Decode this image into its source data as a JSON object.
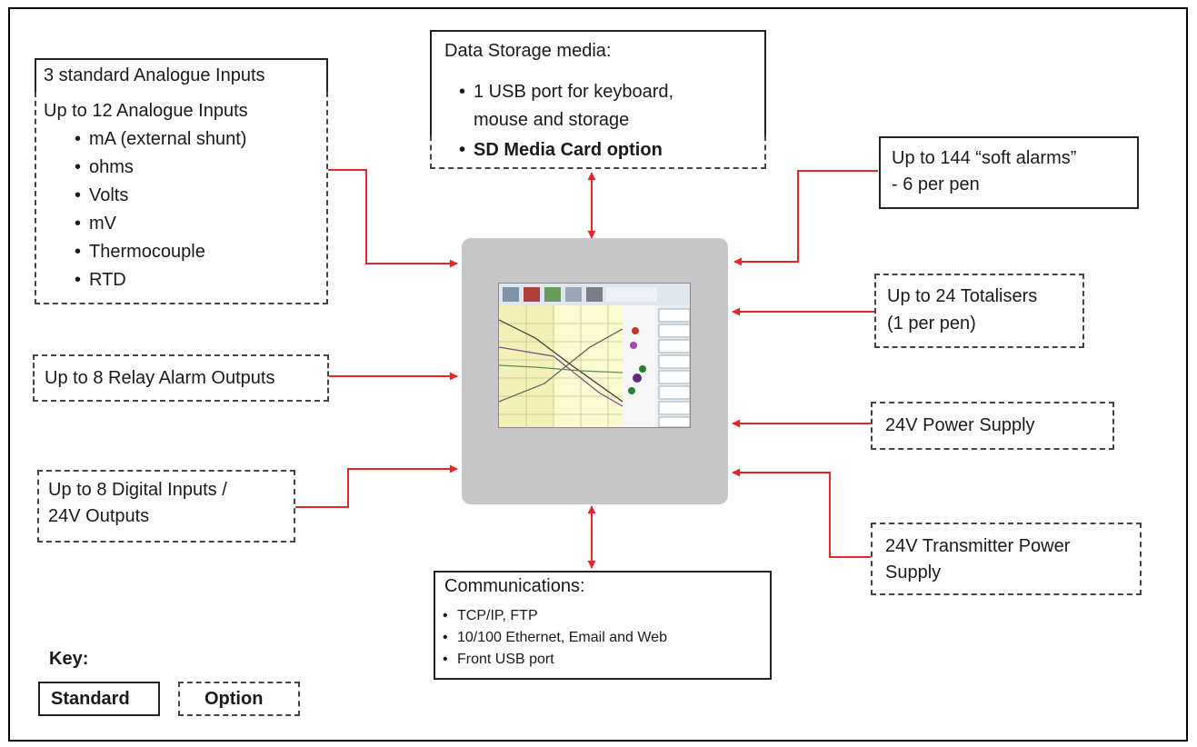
{
  "analogue": {
    "standard_title": "3 standard Analogue Inputs",
    "option_title": "Up to 12 Analogue Inputs",
    "items": [
      "mA (external shunt)",
      "ohms",
      "Volts",
      "mV",
      "Thermocouple",
      "RTD"
    ]
  },
  "storage": {
    "title": "Data Storage media:",
    "item_line1": "1 USB port for keyboard,",
    "item_line2": "mouse and storage",
    "option_item": "SD Media Card option"
  },
  "alarms": {
    "line1": "Up to 144 “soft alarms”",
    "line2": " - 6 per pen"
  },
  "totalisers": {
    "line1": "Up to 24 Totalisers",
    "line2": "(1 per pen)"
  },
  "relay": {
    "label": "Up to 8 Relay Alarm Outputs"
  },
  "power": {
    "label": "24V Power Supply"
  },
  "digital": {
    "line1": "Up to 8 Digital Inputs /",
    "line2": "24V Outputs"
  },
  "transmitter": {
    "line1": "24V Transmitter Power",
    "line2": "Supply"
  },
  "comms": {
    "title": "Communications:",
    "items": [
      "TCP/IP, FTP",
      "10/100 Ethernet, Email and Web",
      "Front USB port"
    ]
  },
  "key": {
    "title": "Key:",
    "standard": "Standard",
    "option": "Option"
  },
  "colors": {
    "arrow": "#e8262a",
    "device": "#c7c7c7"
  }
}
